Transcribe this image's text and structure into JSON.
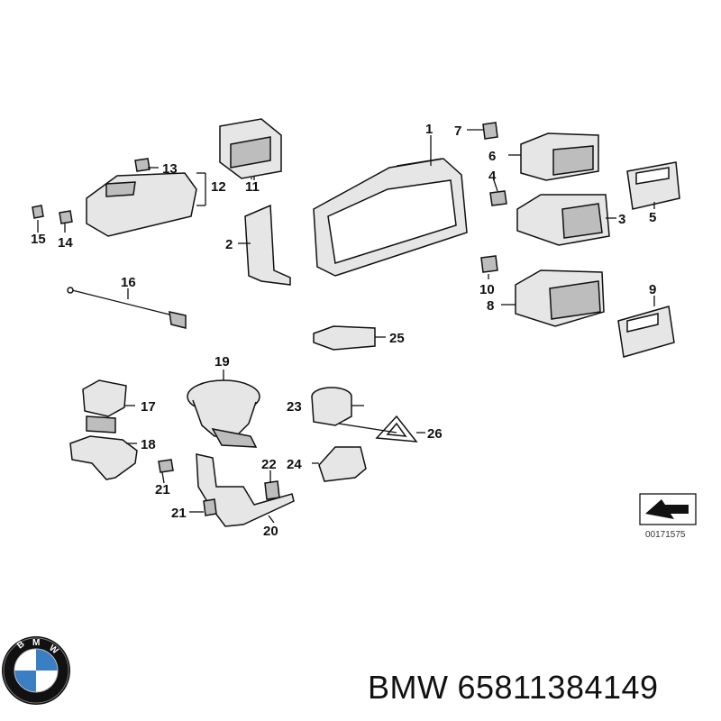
{
  "callouts": [
    "1",
    "2",
    "3",
    "4",
    "5",
    "6",
    "7",
    "8",
    "9",
    "10",
    "11",
    "12",
    "13",
    "14",
    "15",
    "16",
    "17",
    "18",
    "19",
    "20",
    "21",
    "21",
    "22",
    "23",
    "24",
    "25",
    "26"
  ],
  "diagram_ref": "00171575",
  "logo": {
    "text": "BMW",
    "colors": {
      "blue": "#3a7fc4",
      "white": "#ffffff",
      "ring": "#111111"
    }
  },
  "caption": {
    "brand": "BMW",
    "part_number": "65811384149"
  }
}
